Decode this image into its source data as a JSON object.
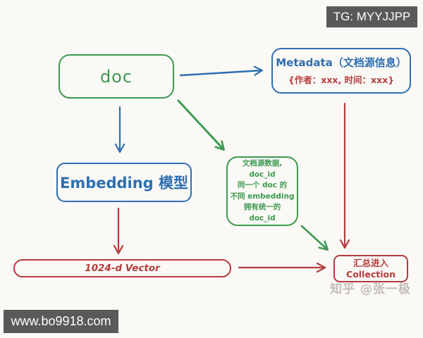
{
  "overlays": {
    "tg_badge": "TG: MYYJJPP",
    "site_badge": "www.bo9918.com",
    "watermark": "知乎 @张一极"
  },
  "nodes": {
    "doc": {
      "label": "doc"
    },
    "metadata": {
      "title": "Metadata（文档源信息）",
      "subtitle": "{作者：xxx, 时间：xxx}"
    },
    "embedding": {
      "label": "Embedding 模型"
    },
    "note": {
      "lines": [
        "文档源数据,",
        "doc_id",
        "同一个 doc 的",
        "不同 embedding",
        "拥有统一的",
        "doc_id"
      ]
    },
    "vector": {
      "label": "1024-d Vector"
    },
    "collection": {
      "line1": "汇总进入",
      "line2": "Collection"
    }
  },
  "edges": [
    {
      "from": "doc",
      "to": "metadata",
      "color": "blue"
    },
    {
      "from": "doc",
      "to": "embedding",
      "color": "blue"
    },
    {
      "from": "doc",
      "to": "note",
      "color": "green"
    },
    {
      "from": "metadata",
      "to": "collection",
      "color": "red"
    },
    {
      "from": "embedding",
      "to": "vector",
      "color": "red"
    },
    {
      "from": "vector",
      "to": "collection",
      "color": "red"
    },
    {
      "from": "note",
      "to": "collection",
      "color": "green"
    }
  ],
  "colors": {
    "green": "#3d9a50",
    "blue": "#2e6fb0",
    "red": "#b43b3b",
    "badge_bg": "#58595b",
    "badge_fg": "#ffffff",
    "watermark": "#aeaaa5",
    "background": "#faf9f6"
  }
}
